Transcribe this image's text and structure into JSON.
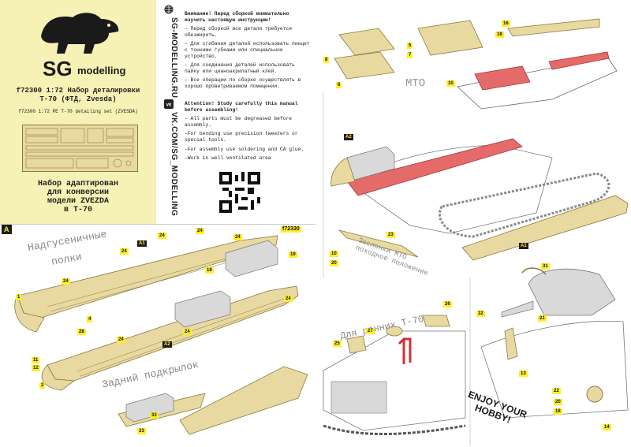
{
  "cover": {
    "logo_sg": "SG",
    "logo_modelling": "modelling",
    "title_ru_1": "f72300 1:72 Набор деталировки",
    "title_ru_2": "Т-70 (ФТД, Zvesda)",
    "title_en": "f72300 1:72 PE T-70 detailing set (ZVESDA)",
    "adapt_1": "Набор адаптирован",
    "adapt_2": "для конверсии",
    "adapt_3": "модели ZVEZDA",
    "adapt_4": "в Т-70"
  },
  "vertical": {
    "site": "SG-MODELLING.RU",
    "vk": "VK.COM/SG_MODELLING"
  },
  "instructions_ru": {
    "heading": "Внимание! Перед сборкой внимательно изучить настоящую инструкцию!",
    "items": [
      "– Перед сборкой все детали требуется обезжирить.",
      "– Для сгибания деталей использовать пинцет с тонкими губками или специальное устройство.",
      "– Для соединения деталей использовать пайку или цианоакрилатный клей.",
      "– Все операции по сборке осуществлять в хорошо проветриваемом помещении."
    ]
  },
  "instructions_en": {
    "heading": "Attention! Study carefully this manual before assembling!",
    "items": [
      "– All parts must be degreased before assembly.",
      "–For bending use precision tweezers or special tools.",
      "–For assembly use soldering and CA glue.",
      "–Work in well ventilated area"
    ]
  },
  "section_a": {
    "label": "A",
    "code": "f72330",
    "shelves_label_1": "Надгусеничные",
    "shelves_label_2": "полки",
    "rear_label": "Задний подкрылок",
    "tag_a1": "A1",
    "tag_a2": "A2",
    "tags": [
      "1",
      "24",
      "24",
      "24",
      "A1",
      "24",
      "f72330",
      "19",
      "18",
      "4",
      "28",
      "24",
      "11",
      "12",
      "2",
      "24",
      "24",
      "A2",
      "24",
      "33",
      "33"
    ]
  },
  "right": {
    "mto_label": "МТО",
    "hatch_label_1": "Заслонки МТО",
    "hatch_label_2": "походное положение",
    "early_label": "Для ранних Т-70",
    "enjoy_1": "ENJOY YOUR",
    "enjoy_2": "HOBBY!",
    "tag_a2": "A2",
    "tag_a1": "A1",
    "tags_top": [
      "16",
      "18",
      "5",
      "7",
      "8",
      "6",
      "10"
    ],
    "tags_mid": [
      "10",
      "20",
      "23"
    ],
    "tags_bot": [
      "26",
      "27",
      "25",
      "31",
      "32",
      "21",
      "13",
      "22",
      "20",
      "18",
      "14"
    ]
  },
  "colors": {
    "pe_brass": "#e8d9a0",
    "etch_red": "#e56b6b",
    "tag_yellow": "#ffee2a",
    "cover_bg": "#f6f1b4"
  }
}
